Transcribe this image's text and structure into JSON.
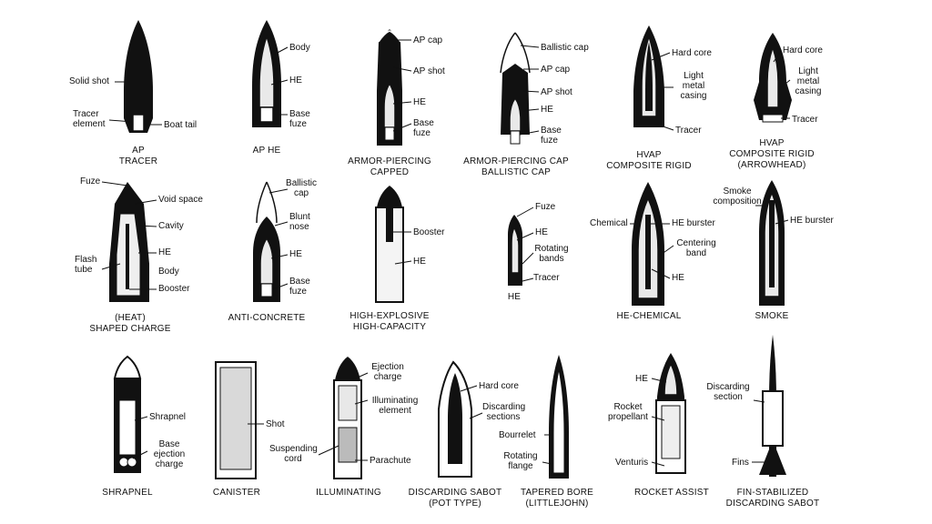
{
  "shells": [
    {
      "id": "ap-tracer",
      "caption": [
        "AP",
        "TRACER"
      ],
      "labels": [
        "Solid shot",
        "Tracer element",
        "Boat tail"
      ]
    },
    {
      "id": "ap-he",
      "caption": [
        "AP HE"
      ],
      "labels": [
        "Body",
        "HE",
        "Base fuze"
      ]
    },
    {
      "id": "apc",
      "caption": [
        "ARMOR-PIERCING",
        "CAPPED"
      ],
      "labels": [
        "AP cap",
        "AP shot",
        "HE",
        "Base fuze"
      ]
    },
    {
      "id": "apcbc",
      "caption": [
        "ARMOR-PIERCING CAP",
        "BALLISTIC CAP"
      ],
      "labels": [
        "Ballistic cap",
        "AP cap",
        "AP shot",
        "HE",
        "Base fuze"
      ]
    },
    {
      "id": "hvap",
      "caption": [
        "HVAP",
        "COMPOSITE RIGID"
      ],
      "labels": [
        "Hard core",
        "Light metal casing",
        "Tracer"
      ]
    },
    {
      "id": "hvap-arrow",
      "caption": [
        "HVAP",
        "COMPOSITE RIGID",
        "(ARROWHEAD)"
      ],
      "labels": [
        "Hard core",
        "Light metal casing",
        "Tracer"
      ]
    },
    {
      "id": "heat",
      "caption": [
        "(HEAT)",
        "SHAPED CHARGE"
      ],
      "labels": [
        "Fuze",
        "Void space",
        "Cavity",
        "Flash tube",
        "HE",
        "Body",
        "Booster"
      ]
    },
    {
      "id": "anti-concrete",
      "caption": [
        "ANTI-CONCRETE"
      ],
      "labels": [
        "Ballistic cap",
        "Blunt nose",
        "HE",
        "Base fuze"
      ]
    },
    {
      "id": "he-hc",
      "caption": [
        "HIGH-EXPLOSIVE",
        "HIGH-CAPACITY"
      ],
      "labels": [
        "Booster",
        "HE"
      ]
    },
    {
      "id": "he-small",
      "caption": [
        "HE"
      ],
      "labels": [
        "Fuze",
        "HE",
        "Rotating bands",
        "Tracer"
      ]
    },
    {
      "id": "he-chemical",
      "caption": [
        "HE-CHEMICAL"
      ],
      "labels": [
        "Chemical",
        "HE burster",
        "Centering band",
        "HE"
      ]
    },
    {
      "id": "smoke",
      "caption": [
        "SMOKE"
      ],
      "labels": [
        "Smoke composition",
        "HE burster"
      ]
    },
    {
      "id": "shrapnel",
      "caption": [
        "SHRAPNEL"
      ],
      "labels": [
        "Shrapnel",
        "Base ejection charge"
      ]
    },
    {
      "id": "canister",
      "caption": [
        "CANISTER"
      ],
      "labels": [
        "Shot"
      ]
    },
    {
      "id": "illuminating",
      "caption": [
        "ILLUMINATING"
      ],
      "labels": [
        "Ejection charge",
        "Illuminating element",
        "Suspending cord",
        "Parachute"
      ]
    },
    {
      "id": "sabot-pot",
      "caption": [
        "DISCARDING SABOT",
        "(POT TYPE)"
      ],
      "labels": [
        "Hard core",
        "Discarding sections"
      ]
    },
    {
      "id": "tapered-bore",
      "caption": [
        "TAPERED BORE",
        "(LITTLEJOHN)"
      ],
      "labels": [
        "Bourrelet",
        "Rotating flange"
      ]
    },
    {
      "id": "rocket-assist",
      "caption": [
        "ROCKET ASSIST"
      ],
      "labels": [
        "HE",
        "Rocket propellant",
        "Venturis"
      ]
    },
    {
      "id": "fin-sabot",
      "caption": [
        "FIN-STABILIZED",
        "DISCARDING SABOT"
      ],
      "labels": [
        "Discarding section",
        "Fins"
      ]
    }
  ]
}
